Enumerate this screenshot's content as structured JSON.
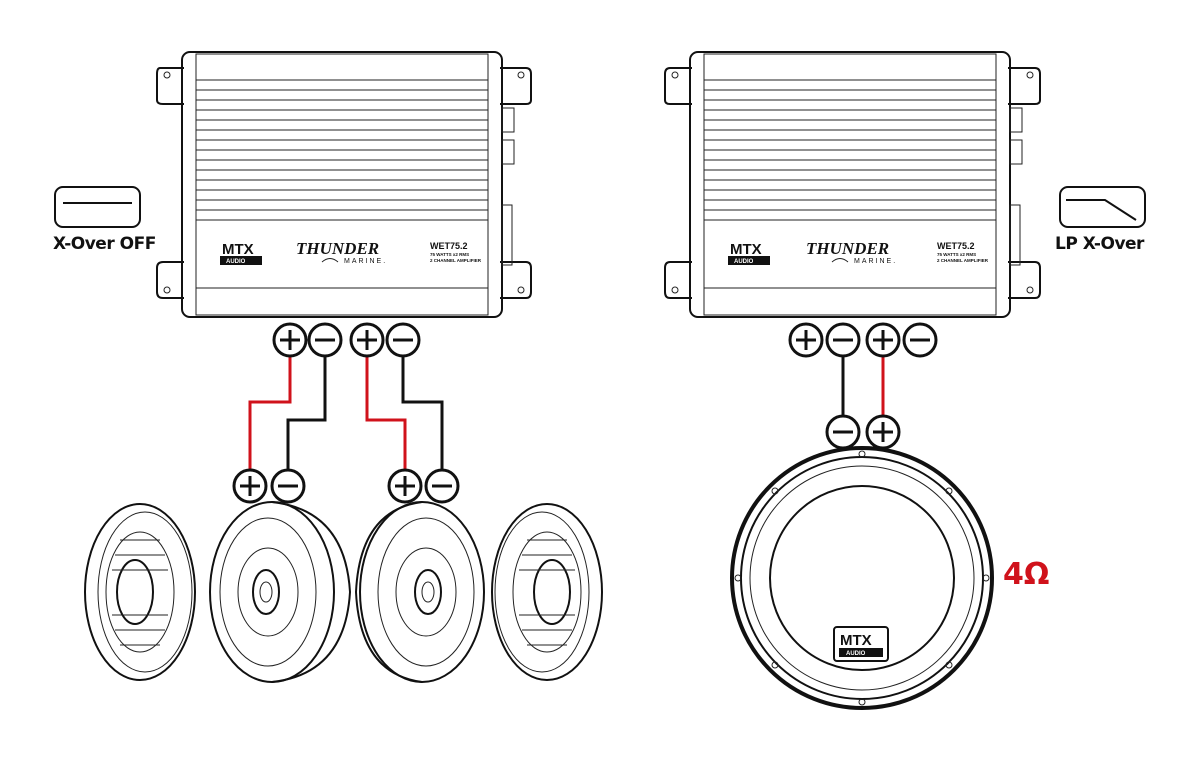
{
  "left_amp": {
    "logo": "MTX",
    "logo_sub": "AUDIO",
    "brand": "THUNDER",
    "brand_sub": "MARINE.",
    "model": "WET75.2",
    "spec_line1": "75 WATTS x2 RMS",
    "spec_line2": "2 CHANNEL AMPLIFIER"
  },
  "right_amp": {
    "logo": "MTX",
    "logo_sub": "AUDIO",
    "brand": "THUNDER",
    "brand_sub": "MARINE.",
    "model": "WET75.2",
    "spec_line1": "75 WATTS x2 RMS",
    "spec_line2": "2 CHANNEL AMPLIFIER"
  },
  "left_crossover": {
    "label": "X-Over OFF",
    "icon": "flat-response-icon"
  },
  "right_crossover": {
    "label": "LP X-Over",
    "icon": "low-pass-icon"
  },
  "subwoofer": {
    "impedance": "4Ω",
    "logo": "MTX",
    "logo_sub": "AUDIO"
  },
  "terminal_symbols": {
    "plus": "+",
    "minus": "−"
  },
  "colors": {
    "positive_wire": "#d0121b",
    "negative_wire": "#111111",
    "impedance_text": "#d0121b"
  }
}
